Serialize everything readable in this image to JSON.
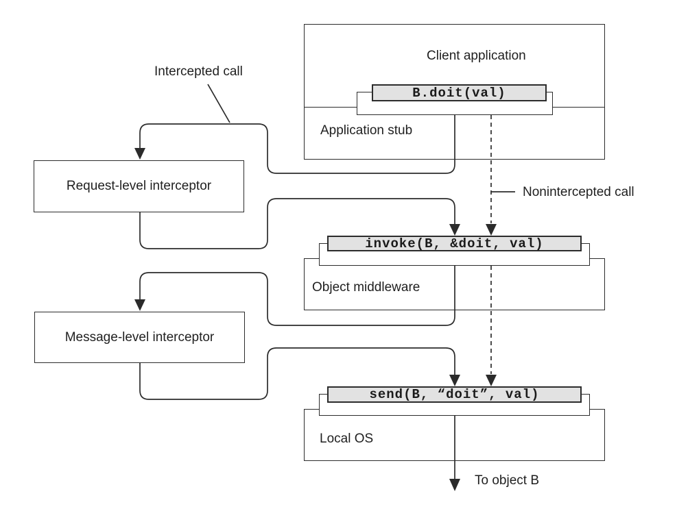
{
  "diagram": {
    "boxes": {
      "client_application": "Client application",
      "application_stub": "Application stub",
      "request_level_interceptor": "Request-level interceptor",
      "object_middleware": "Object middleware",
      "message_level_interceptor": "Message-level interceptor",
      "local_os": "Local OS"
    },
    "code_bars": {
      "client_call": "B.doit(val)",
      "middleware_call": "invoke(B, &doit, val)",
      "os_call": "send(B, “doit”, val)"
    },
    "annotations": {
      "intercepted_call": "Intercepted call",
      "nonintercepted_call": "Nonintercepted call",
      "to_object_b": "To object B"
    },
    "colors": {
      "line": "#2b2b2b",
      "code_bar_fill": "#e2e2e2",
      "background": "#ffffff",
      "text": "#1f1f1f"
    }
  }
}
